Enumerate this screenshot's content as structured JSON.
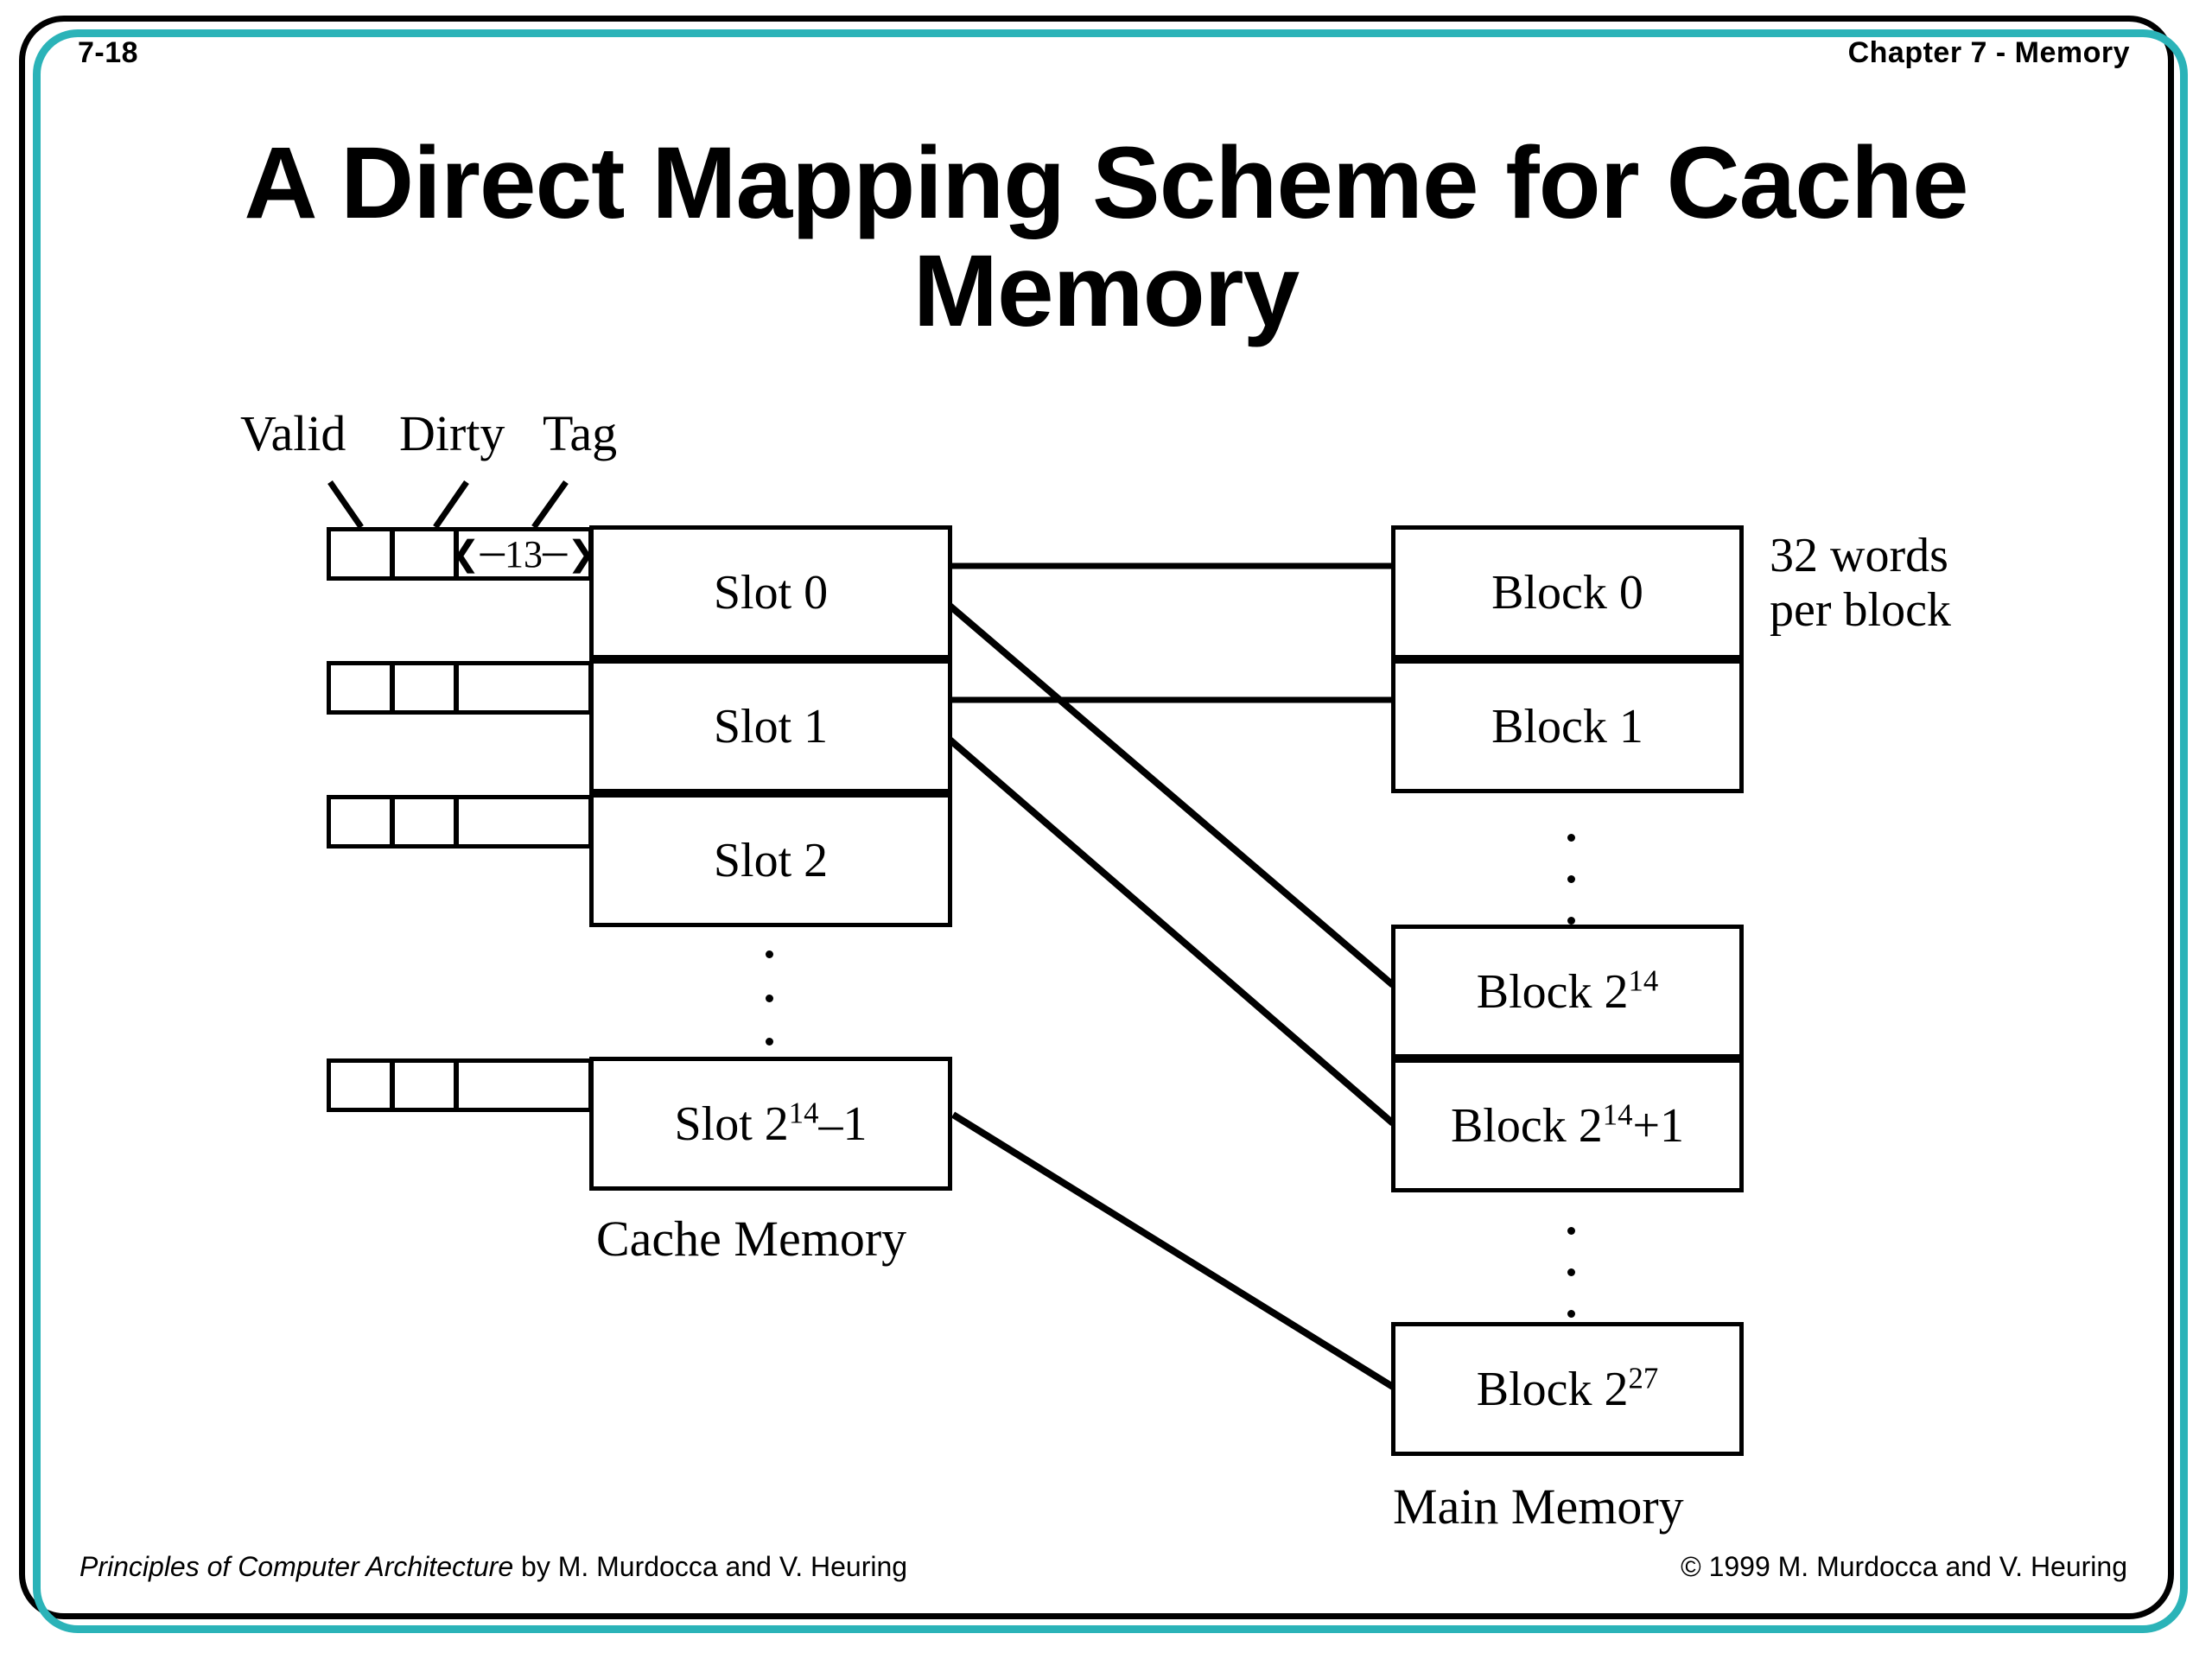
{
  "header": {
    "slide_number": "7-18",
    "chapter": "Chapter 7 - Memory"
  },
  "title": "A Direct Mapping Scheme for Cache Memory",
  "colors": {
    "frame_black": "#000000",
    "frame_teal": "#2bb3b8",
    "background": "#ffffff",
    "line": "#000000"
  },
  "diagram": {
    "field_labels": {
      "valid": "Valid",
      "dirty": "Dirty",
      "tag": "Tag"
    },
    "tag_width_bits": "13",
    "cache": {
      "caption": "Cache Memory",
      "slots": [
        {
          "label": "Slot 0"
        },
        {
          "label": "Slot 1"
        },
        {
          "label": "Slot 2"
        },
        {
          "label_prefix": "Slot 2",
          "label_sup": "14",
          "label_suffix": "–1"
        }
      ],
      "ellipsis_dots": 3
    },
    "main_memory": {
      "caption": "Main Memory",
      "note": "32 words per block",
      "note_line1": "32 words",
      "note_line2": "per block",
      "blocks": [
        {
          "label": "Block 0"
        },
        {
          "label": "Block 1"
        },
        {
          "label_prefix": "Block 2",
          "label_sup": "14",
          "label_suffix": ""
        },
        {
          "label_prefix": "Block 2",
          "label_sup": "14",
          "label_suffix": "+1"
        },
        {
          "label_prefix": "Block 2",
          "label_sup": "27",
          "label_suffix": ""
        }
      ],
      "ellipsis_groups": 2
    }
  },
  "footer": {
    "left_italic": "Principles of Computer Architecture",
    "left_rest": " by M. Murdocca and V. Heuring",
    "right": "© 1999 M. Murdocca and V. Heuring"
  }
}
